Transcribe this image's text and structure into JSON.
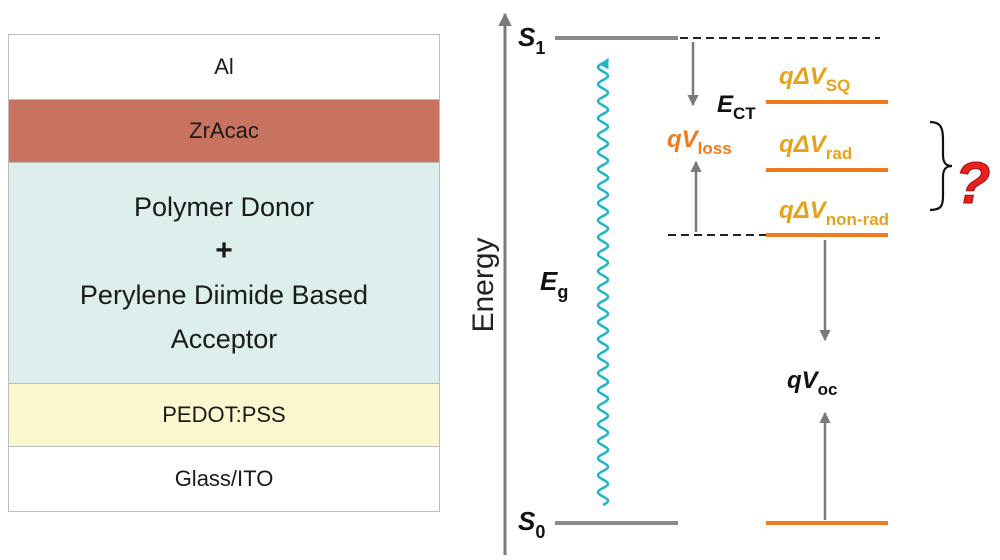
{
  "device_stack": {
    "layers": [
      {
        "label": "Al",
        "color": "#ffffff"
      },
      {
        "label": "ZrAcac",
        "color": "#c87260"
      },
      {
        "lines": [
          "Polymer Donor",
          "+",
          "Perylene Diimide Based",
          "Acceptor"
        ],
        "color": "#dcefec"
      },
      {
        "label": "PEDOT:PSS",
        "color": "#fbf8d0"
      },
      {
        "label": "Glass/ITO",
        "color": "#ffffff"
      }
    ]
  },
  "energy_diagram": {
    "axis_label": "Energy",
    "s1": {
      "main": "S",
      "sub": "1"
    },
    "s0": {
      "main": "S",
      "sub": "0"
    },
    "eg": {
      "main": "E",
      "sub": "g"
    },
    "ect": {
      "main": "E",
      "sub": "CT"
    },
    "qvloss": {
      "main": "qV",
      "sub": "loss"
    },
    "dv_sq": {
      "main": "qΔV",
      "sub": "SQ"
    },
    "dv_rad": {
      "main": "qΔV",
      "sub": "rad"
    },
    "dv_nonrad": {
      "main": "qΔV",
      "sub": "non-rad"
    },
    "qvoc": {
      "main": "qV",
      "sub": "oc"
    },
    "question_mark": "?",
    "colors": {
      "orange": "#f07a1e",
      "gold": "#e6a21a",
      "cyan": "#1eb6c8",
      "gray": "#7a7a7a",
      "red": "#e8201e"
    }
  }
}
